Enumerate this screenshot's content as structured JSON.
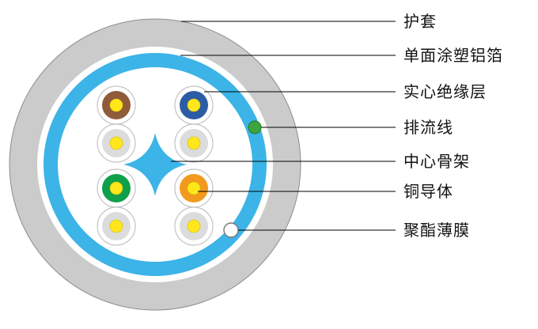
{
  "diagram": {
    "labels": [
      {
        "text": "护套"
      },
      {
        "text": "单面涂塑铝箔"
      },
      {
        "text": "实心绝缘层"
      },
      {
        "text": "排流线"
      },
      {
        "text": "中心骨架"
      },
      {
        "text": "铜导体"
      },
      {
        "text": "聚酯薄膜"
      }
    ],
    "colors": {
      "jacket_gray": "#cbcbcb",
      "foil_blue": "#3cb4e7",
      "insulation_brown": "#8f5c3a",
      "insulation_blue": "#2d5ca6",
      "insulation_green": "#0fa04a",
      "insulation_orange": "#f29a1d",
      "insulation_white": "#dcdcdc",
      "conductor_yellow": "#ffe71c",
      "drain_green": "#3fa33f",
      "film_white": "#ffffff",
      "line_black": "#000000"
    }
  }
}
